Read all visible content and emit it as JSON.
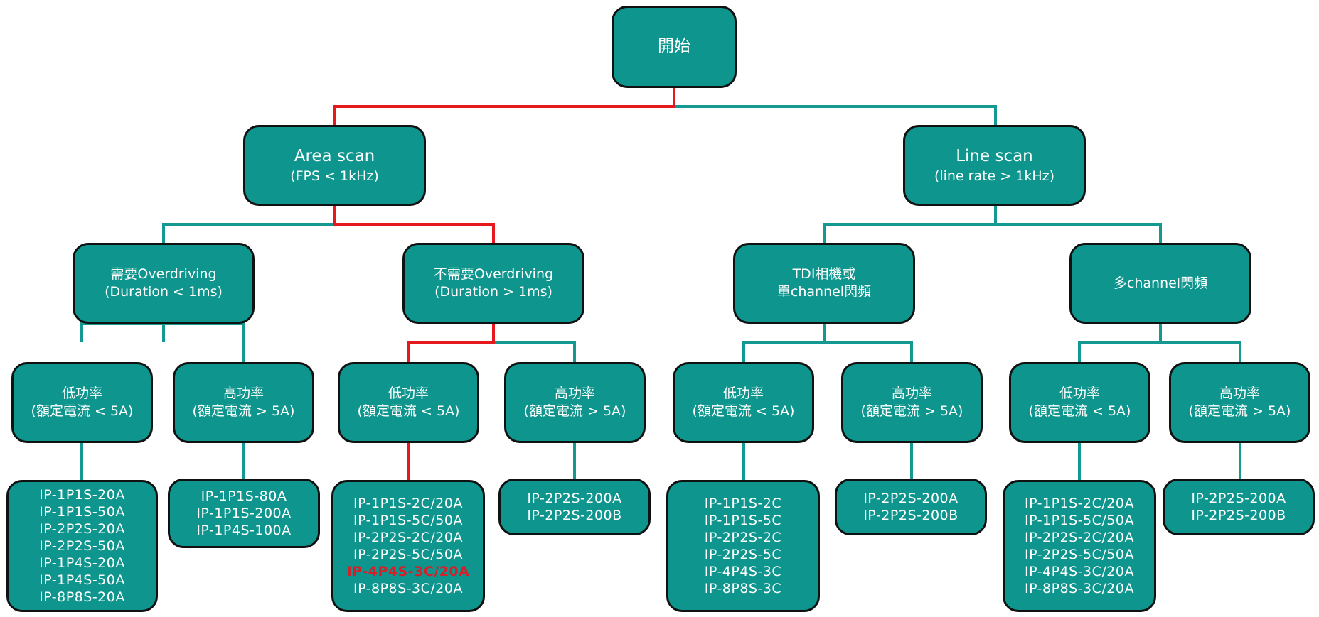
{
  "colors": {
    "node_fill": "#0e958d",
    "node_border": "#111111",
    "connector": "#149892",
    "highlight": "#e5181d",
    "text": "#ffffff",
    "highlight_text": "#d4202a"
  },
  "root": {
    "label": "開始"
  },
  "area": {
    "title": "Area scan",
    "sub": "(FPS < 1kHz)"
  },
  "line": {
    "title": "Line scan",
    "sub": "(line rate > 1kHz)"
  },
  "need_od": {
    "l1": "需要Overdriving",
    "l2": "(Duration < 1ms)"
  },
  "no_od": {
    "l1": "不需要Overdriving",
    "l2": "(Duration > 1ms)"
  },
  "tdi": {
    "l1": "TDI相機或",
    "l2": "單channel閃頻"
  },
  "multi": {
    "l1": "多channel閃頻"
  },
  "power": {
    "low": {
      "l1": "低功率",
      "l2": "(額定電流 < 5A)"
    },
    "high": {
      "l1": "高功率",
      "l2": "(額定電流 > 5A)"
    }
  },
  "lists": {
    "od_low": [
      "IP-1P1S-20A",
      "IP-1P1S-50A",
      "IP-2P2S-20A",
      "IP-2P2S-50A",
      "IP-1P4S-20A",
      "IP-1P4S-50A",
      "IP-8P8S-20A"
    ],
    "od_high": [
      "IP-1P1S-80A",
      "IP-1P1S-200A",
      "IP-1P4S-100A"
    ],
    "nood_low": [
      "IP-1P1S-2C/20A",
      "IP-1P1S-5C/50A",
      "IP-2P2S-2C/20A",
      "IP-2P2S-5C/50A",
      "IP-4P4S-3C/20A",
      "IP-8P8S-3C/20A"
    ],
    "nood_high": [
      "IP-2P2S-200A",
      "IP-2P2S-200B"
    ],
    "tdi_low": [
      "IP-1P1S-2C",
      "IP-1P1S-5C",
      "IP-2P2S-2C",
      "IP-2P2S-5C",
      "IP-4P4S-3C",
      "IP-8P8S-3C"
    ],
    "tdi_high": [
      "IP-2P2S-200A",
      "IP-2P2S-200B"
    ],
    "multi_low": [
      "IP-1P1S-2C/20A",
      "IP-1P1S-5C/50A",
      "IP-2P2S-2C/20A",
      "IP-2P2S-5C/50A",
      "IP-4P4S-3C/20A",
      "IP-8P8S-3C/20A"
    ],
    "multi_high": [
      "IP-2P2S-200A",
      "IP-2P2S-200B"
    ]
  }
}
